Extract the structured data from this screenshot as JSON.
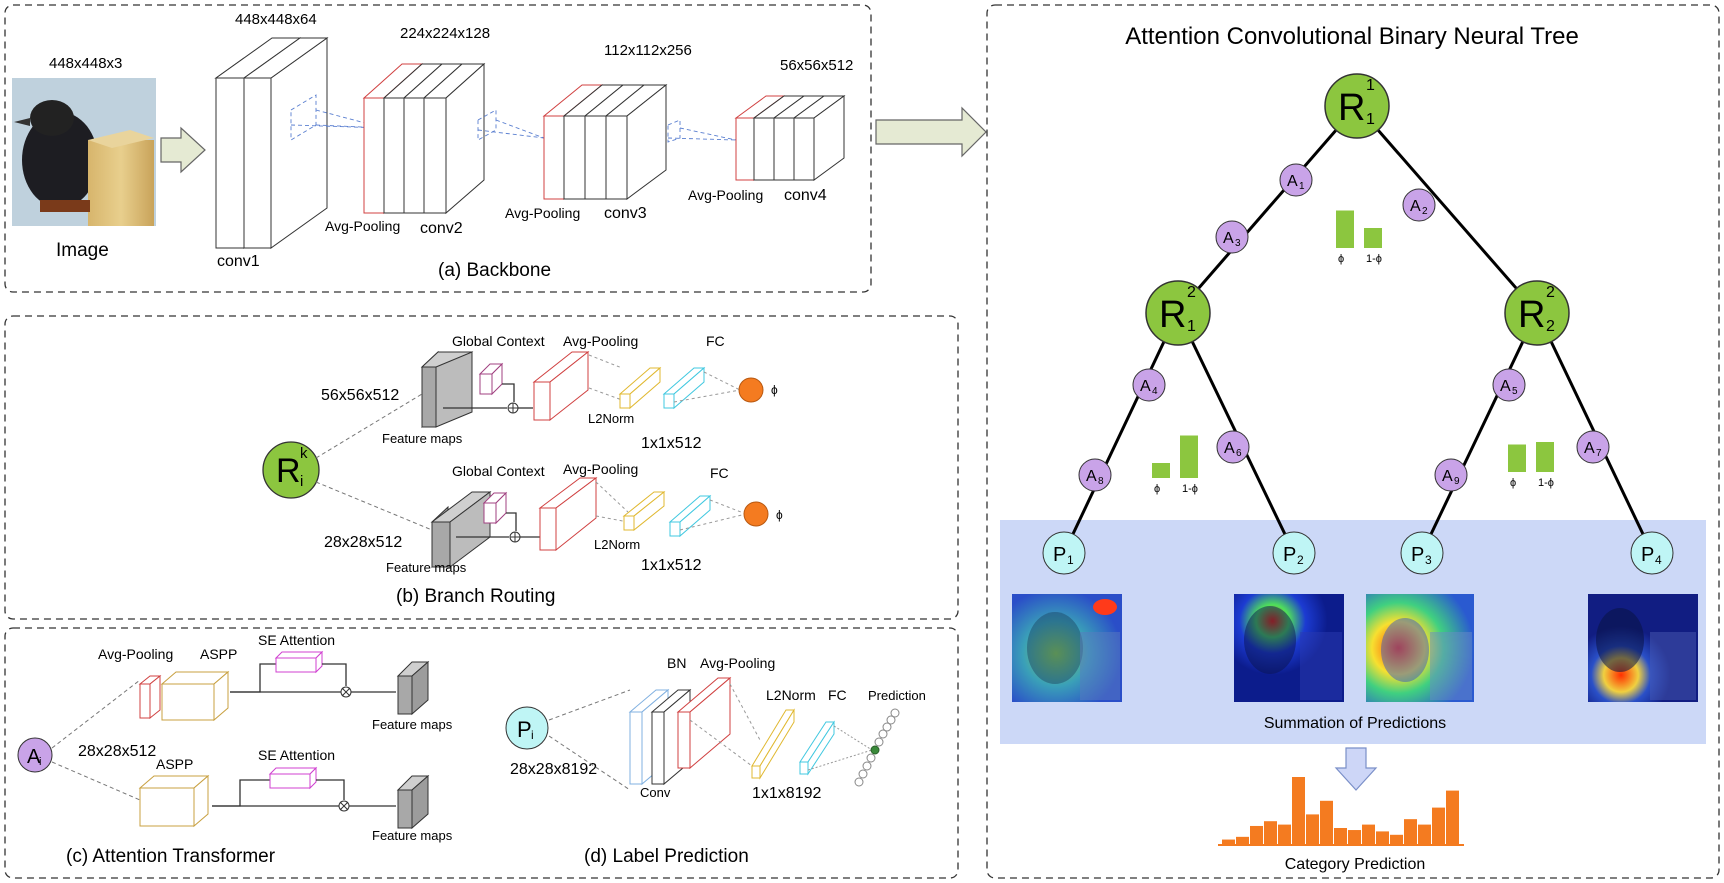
{
  "colors": {
    "node_green": "#8cc63f",
    "node_purple": "#c9a3e8",
    "node_cyan": "#bff5f5",
    "pred_bg": "#ccd8f7",
    "orange": "#f47b20",
    "arrow_fill": "#e5ead3"
  },
  "backbone": {
    "caption": "(a) Backbone",
    "image_label": "Image",
    "image_dims": "448x448x3",
    "blocks": [
      {
        "name": "conv1",
        "dims": "448x448x64",
        "pool": ""
      },
      {
        "name": "conv2",
        "dims": "224x224x128",
        "pool": "Avg-Pooling"
      },
      {
        "name": "conv3",
        "dims": "112x112x256",
        "pool": "Avg-Pooling"
      },
      {
        "name": "conv4",
        "dims": "56x56x512",
        "pool": "Avg-Pooling"
      }
    ]
  },
  "branch": {
    "caption": "(b) Branch Routing",
    "node_main": "R",
    "node_sup": "k",
    "node_sub": "i",
    "rows": [
      {
        "dims": "56x56x512",
        "gc": "Global Context",
        "pool": "Avg-Pooling",
        "fc": "FC",
        "norm": "L2Norm",
        "fm": "Feature maps",
        "out": "1x1x512",
        "phi": "ϕ"
      },
      {
        "dims": "28x28x512",
        "gc": "Global Context",
        "pool": "Avg-Pooling",
        "fc": "FC",
        "norm": "L2Norm",
        "fm": "Feature maps",
        "out": "1x1x512",
        "phi": "ϕ"
      }
    ]
  },
  "attention": {
    "caption": "(c) Attention Transformer",
    "node_main": "A",
    "node_sub": "i",
    "dims": "28x28x512",
    "top": {
      "pool": "Avg-Pooling",
      "aspp": "ASPP",
      "se": "SE Attention",
      "fm": "Feature maps"
    },
    "bottom": {
      "aspp": "ASPP",
      "se": "SE Attention",
      "fm": "Feature maps"
    }
  },
  "label": {
    "caption": "(d) Label Prediction",
    "node_main": "P",
    "node_sub": "i",
    "dims": "28x28x8192",
    "bn": "BN",
    "pool": "Avg-Pooling",
    "norm": "L2Norm",
    "fc": "FC",
    "pred": "Prediction",
    "conv": "Conv",
    "out": "1x1x8192"
  },
  "tree": {
    "title": "Attention Convolutional Binary Neural Tree",
    "summation": "Summation of Predictions",
    "category": "Category Prediction",
    "routers": [
      {
        "main": "R",
        "sup": "1",
        "sub": "1"
      },
      {
        "main": "R",
        "sup": "2",
        "sub": "1"
      },
      {
        "main": "R",
        "sup": "2",
        "sub": "2"
      }
    ],
    "attn": [
      {
        "main": "A",
        "sub": "1"
      },
      {
        "main": "A",
        "sub": "2"
      },
      {
        "main": "A",
        "sub": "3"
      },
      {
        "main": "A",
        "sub": "4"
      },
      {
        "main": "A",
        "sub": "5"
      },
      {
        "main": "A",
        "sub": "6"
      },
      {
        "main": "A",
        "sub": "7"
      },
      {
        "main": "A",
        "sub": "8"
      },
      {
        "main": "A",
        "sub": "9"
      }
    ],
    "leaves": [
      {
        "main": "P",
        "sub": "1"
      },
      {
        "main": "P",
        "sub": "2"
      },
      {
        "main": "P",
        "sub": "3"
      },
      {
        "main": "P",
        "sub": "4"
      }
    ],
    "mini_bars": [
      {
        "values": [
          0.75,
          0.4
        ],
        "labels": [
          "ϕ",
          "1-ϕ"
        ]
      },
      {
        "values": [
          0.3,
          0.85
        ],
        "labels": [
          "ϕ",
          "1-ϕ"
        ]
      },
      {
        "values": [
          0.55,
          0.6
        ],
        "labels": [
          "ϕ",
          "1-ϕ"
        ]
      }
    ],
    "histogram": [
      0.08,
      0.12,
      0.28,
      0.35,
      0.3,
      1.0,
      0.45,
      0.65,
      0.25,
      0.22,
      0.3,
      0.2,
      0.15,
      0.38,
      0.3,
      0.55,
      0.8
    ]
  }
}
